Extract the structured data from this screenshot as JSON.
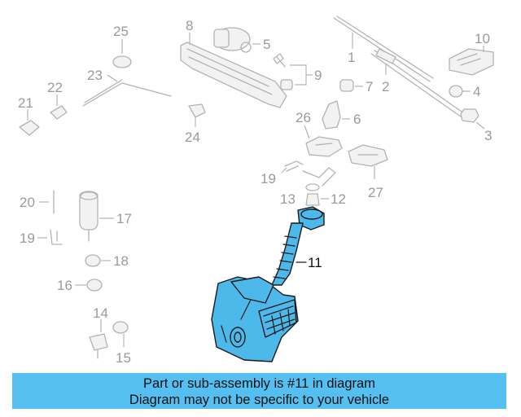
{
  "diagram": {
    "callouts": [
      {
        "id": "1",
        "text": "1"
      },
      {
        "id": "2",
        "text": "2"
      },
      {
        "id": "3",
        "text": "3"
      },
      {
        "id": "4",
        "text": "4"
      },
      {
        "id": "5",
        "text": "5"
      },
      {
        "id": "6",
        "text": "6"
      },
      {
        "id": "7",
        "text": "7"
      },
      {
        "id": "8",
        "text": "8"
      },
      {
        "id": "9",
        "text": "9"
      },
      {
        "id": "10",
        "text": "10"
      },
      {
        "id": "11",
        "text": "11"
      },
      {
        "id": "12",
        "text": "12"
      },
      {
        "id": "13",
        "text": "13"
      },
      {
        "id": "14",
        "text": "14"
      },
      {
        "id": "15",
        "text": "15"
      },
      {
        "id": "16",
        "text": "16"
      },
      {
        "id": "17",
        "text": "17"
      },
      {
        "id": "18",
        "text": "18"
      },
      {
        "id": "19a",
        "text": "19"
      },
      {
        "id": "19b",
        "text": "19"
      },
      {
        "id": "20",
        "text": "20"
      },
      {
        "id": "21",
        "text": "21"
      },
      {
        "id": "22",
        "text": "22"
      },
      {
        "id": "23",
        "text": "23"
      },
      {
        "id": "24",
        "text": "24"
      },
      {
        "id": "25",
        "text": "25"
      },
      {
        "id": "26",
        "text": "26"
      },
      {
        "id": "27",
        "text": "27"
      }
    ],
    "highlighted_part": "11",
    "highlight_color": "#4db8ea"
  },
  "banner": {
    "line1": "Part or sub-assembly is #11 in diagram",
    "line2": "Diagram may not be specific to your vehicle",
    "background": "#55bff2"
  }
}
